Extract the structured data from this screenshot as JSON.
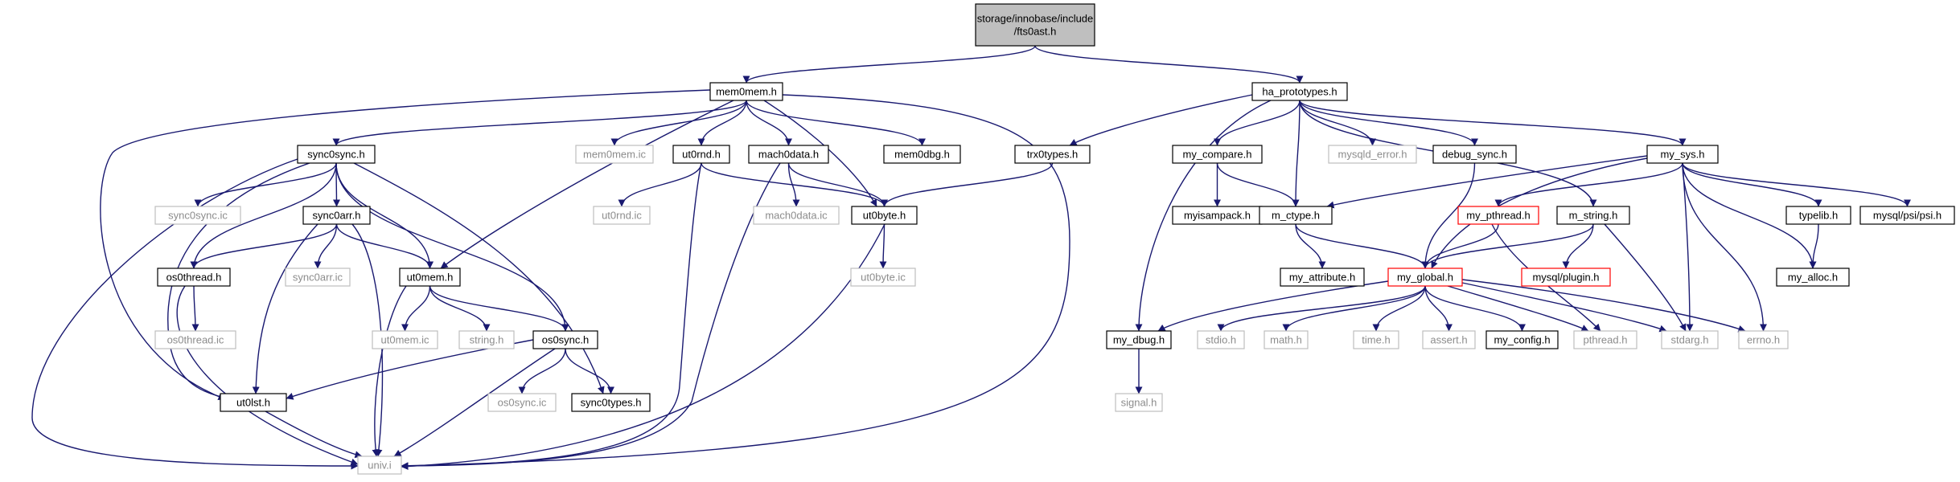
{
  "graph": {
    "colors": {
      "edge": "#191970",
      "root_fill": "#bfbfbf",
      "normal_border": "#000000",
      "muted_border": "#bfbfbf",
      "muted_text": "#8c8c8c",
      "red_border": "#ff0000"
    },
    "nodes": [
      {
        "id": "fts0ast",
        "lines": [
          "storage/innobase/include",
          "/fts0ast.h"
        ],
        "style": "root"
      },
      {
        "id": "mem0mem",
        "lines": [
          "mem0mem.h"
        ],
        "style": "normal"
      },
      {
        "id": "ha_prototypes",
        "lines": [
          "ha_prototypes.h"
        ],
        "style": "normal"
      },
      {
        "id": "sync0sync",
        "lines": [
          "sync0sync.h"
        ],
        "style": "normal"
      },
      {
        "id": "mem0mem_ic",
        "lines": [
          "mem0mem.ic"
        ],
        "style": "muted"
      },
      {
        "id": "ut0rnd",
        "lines": [
          "ut0rnd.h"
        ],
        "style": "normal"
      },
      {
        "id": "mach0data",
        "lines": [
          "mach0data.h"
        ],
        "style": "normal"
      },
      {
        "id": "mem0dbg",
        "lines": [
          "mem0dbg.h"
        ],
        "style": "normal"
      },
      {
        "id": "trx0types",
        "lines": [
          "trx0types.h"
        ],
        "style": "normal"
      },
      {
        "id": "my_compare",
        "lines": [
          "my_compare.h"
        ],
        "style": "normal"
      },
      {
        "id": "mysqld_error",
        "lines": [
          "mysqld_error.h"
        ],
        "style": "muted"
      },
      {
        "id": "debug_sync",
        "lines": [
          "debug_sync.h"
        ],
        "style": "normal"
      },
      {
        "id": "my_sys",
        "lines": [
          "my_sys.h"
        ],
        "style": "normal"
      },
      {
        "id": "sync0sync_ic",
        "lines": [
          "sync0sync.ic"
        ],
        "style": "muted"
      },
      {
        "id": "sync0arr",
        "lines": [
          "sync0arr.h"
        ],
        "style": "normal"
      },
      {
        "id": "ut0rnd_ic",
        "lines": [
          "ut0rnd.ic"
        ],
        "style": "muted"
      },
      {
        "id": "mach0data_ic",
        "lines": [
          "mach0data.ic"
        ],
        "style": "muted"
      },
      {
        "id": "ut0byte",
        "lines": [
          "ut0byte.h"
        ],
        "style": "normal"
      },
      {
        "id": "myisampack",
        "lines": [
          "myisampack.h"
        ],
        "style": "normal"
      },
      {
        "id": "m_ctype",
        "lines": [
          "m_ctype.h"
        ],
        "style": "normal"
      },
      {
        "id": "my_pthread",
        "lines": [
          "my_pthread.h"
        ],
        "style": "red"
      },
      {
        "id": "m_string",
        "lines": [
          "m_string.h"
        ],
        "style": "normal"
      },
      {
        "id": "typelib",
        "lines": [
          "typelib.h"
        ],
        "style": "normal"
      },
      {
        "id": "mysql_psi",
        "lines": [
          "mysql/psi/psi.h"
        ],
        "style": "normal"
      },
      {
        "id": "os0thread",
        "lines": [
          "os0thread.h"
        ],
        "style": "normal"
      },
      {
        "id": "sync0arr_ic",
        "lines": [
          "sync0arr.ic"
        ],
        "style": "muted"
      },
      {
        "id": "ut0mem",
        "lines": [
          "ut0mem.h"
        ],
        "style": "normal"
      },
      {
        "id": "ut0byte_ic",
        "lines": [
          "ut0byte.ic"
        ],
        "style": "muted"
      },
      {
        "id": "my_attribute",
        "lines": [
          "my_attribute.h"
        ],
        "style": "normal"
      },
      {
        "id": "my_global",
        "lines": [
          "my_global.h"
        ],
        "style": "red"
      },
      {
        "id": "mysql_plugin",
        "lines": [
          "mysql/plugin.h"
        ],
        "style": "red"
      },
      {
        "id": "my_alloc",
        "lines": [
          "my_alloc.h"
        ],
        "style": "normal"
      },
      {
        "id": "os0thread_ic",
        "lines": [
          "os0thread.ic"
        ],
        "style": "muted"
      },
      {
        "id": "ut0mem_ic",
        "lines": [
          "ut0mem.ic"
        ],
        "style": "muted"
      },
      {
        "id": "string_h",
        "lines": [
          "string.h"
        ],
        "style": "muted"
      },
      {
        "id": "os0sync",
        "lines": [
          "os0sync.h"
        ],
        "style": "normal"
      },
      {
        "id": "my_dbug",
        "lines": [
          "my_dbug.h"
        ],
        "style": "normal"
      },
      {
        "id": "stdio_h",
        "lines": [
          "stdio.h"
        ],
        "style": "muted"
      },
      {
        "id": "math_h",
        "lines": [
          "math.h"
        ],
        "style": "muted"
      },
      {
        "id": "time_h",
        "lines": [
          "time.h"
        ],
        "style": "muted"
      },
      {
        "id": "assert_h",
        "lines": [
          "assert.h"
        ],
        "style": "muted"
      },
      {
        "id": "my_config",
        "lines": [
          "my_config.h"
        ],
        "style": "normal"
      },
      {
        "id": "pthread_h",
        "lines": [
          "pthread.h"
        ],
        "style": "muted"
      },
      {
        "id": "stdarg_h",
        "lines": [
          "stdarg.h"
        ],
        "style": "muted"
      },
      {
        "id": "errno_h",
        "lines": [
          "errno.h"
        ],
        "style": "muted"
      },
      {
        "id": "ut0lst",
        "lines": [
          "ut0lst.h"
        ],
        "style": "normal"
      },
      {
        "id": "os0sync_ic",
        "lines": [
          "os0sync.ic"
        ],
        "style": "muted"
      },
      {
        "id": "sync0types",
        "lines": [
          "sync0types.h"
        ],
        "style": "normal"
      },
      {
        "id": "signal_h",
        "lines": [
          "signal.h"
        ],
        "style": "muted"
      },
      {
        "id": "univ_i",
        "lines": [
          "univ.i"
        ],
        "style": "muted"
      }
    ],
    "edges": [
      [
        "fts0ast",
        "mem0mem"
      ],
      [
        "fts0ast",
        "ha_prototypes"
      ],
      [
        "mem0mem",
        "sync0sync"
      ],
      [
        "mem0mem",
        "mem0mem_ic"
      ],
      [
        "mem0mem",
        "ut0rnd"
      ],
      [
        "mem0mem",
        "mach0data"
      ],
      [
        "mem0mem",
        "mem0dbg"
      ],
      [
        "mem0mem",
        "ut0byte"
      ],
      [
        "mem0mem",
        "ut0mem"
      ],
      [
        "mem0mem",
        "ut0lst"
      ],
      [
        "mem0mem",
        "univ_i"
      ],
      [
        "ha_prototypes",
        "trx0types"
      ],
      [
        "ha_prototypes",
        "my_compare"
      ],
      [
        "ha_prototypes",
        "mysqld_error"
      ],
      [
        "ha_prototypes",
        "debug_sync"
      ],
      [
        "ha_prototypes",
        "my_sys"
      ],
      [
        "ha_prototypes",
        "m_ctype"
      ],
      [
        "ha_prototypes",
        "m_string"
      ],
      [
        "ha_prototypes",
        "my_dbug"
      ],
      [
        "sync0sync",
        "sync0sync_ic"
      ],
      [
        "sync0sync",
        "sync0arr"
      ],
      [
        "sync0sync",
        "os0thread"
      ],
      [
        "sync0sync",
        "ut0mem"
      ],
      [
        "sync0sync",
        "os0sync"
      ],
      [
        "sync0sync",
        "sync0types"
      ],
      [
        "sync0sync",
        "ut0lst"
      ],
      [
        "sync0sync",
        "univ_i"
      ],
      [
        "sync0arr",
        "sync0arr_ic"
      ],
      [
        "sync0arr",
        "os0thread"
      ],
      [
        "sync0arr",
        "ut0mem"
      ],
      [
        "sync0arr",
        "ut0lst"
      ],
      [
        "sync0arr",
        "univ_i"
      ],
      [
        "ut0rnd",
        "ut0rnd_ic"
      ],
      [
        "ut0rnd",
        "ut0byte"
      ],
      [
        "ut0rnd",
        "univ_i"
      ],
      [
        "mach0data",
        "mach0data_ic"
      ],
      [
        "mach0data",
        "ut0byte"
      ],
      [
        "mach0data",
        "univ_i"
      ],
      [
        "trx0types",
        "ut0byte"
      ],
      [
        "ut0byte",
        "ut0byte_ic"
      ],
      [
        "ut0byte",
        "univ_i"
      ],
      [
        "my_compare",
        "myisampack"
      ],
      [
        "my_compare",
        "m_ctype"
      ],
      [
        "debug_sync",
        "my_global"
      ],
      [
        "my_sys",
        "m_ctype"
      ],
      [
        "my_sys",
        "my_pthread"
      ],
      [
        "my_sys",
        "typelib"
      ],
      [
        "my_sys",
        "mysql_psi"
      ],
      [
        "my_sys",
        "my_global"
      ],
      [
        "my_sys",
        "my_alloc"
      ],
      [
        "my_sys",
        "stdarg_h"
      ],
      [
        "my_sys",
        "errno_h"
      ],
      [
        "m_ctype",
        "my_attribute"
      ],
      [
        "m_ctype",
        "my_global"
      ],
      [
        "my_pthread",
        "my_global"
      ],
      [
        "my_pthread",
        "pthread_h"
      ],
      [
        "m_string",
        "mysql_plugin"
      ],
      [
        "m_string",
        "my_global"
      ],
      [
        "m_string",
        "stdarg_h"
      ],
      [
        "typelib",
        "my_alloc"
      ],
      [
        "os0thread",
        "os0thread_ic"
      ],
      [
        "os0thread",
        "univ_i"
      ],
      [
        "ut0mem",
        "ut0mem_ic"
      ],
      [
        "ut0mem",
        "string_h"
      ],
      [
        "ut0mem",
        "os0sync"
      ],
      [
        "ut0mem",
        "univ_i"
      ],
      [
        "my_global",
        "my_dbug"
      ],
      [
        "my_global",
        "stdio_h"
      ],
      [
        "my_global",
        "math_h"
      ],
      [
        "my_global",
        "time_h"
      ],
      [
        "my_global",
        "assert_h"
      ],
      [
        "my_global",
        "my_config"
      ],
      [
        "my_global",
        "pthread_h"
      ],
      [
        "my_global",
        "stdarg_h"
      ],
      [
        "my_global",
        "errno_h"
      ],
      [
        "os0sync",
        "os0sync_ic"
      ],
      [
        "os0sync",
        "sync0types"
      ],
      [
        "os0sync",
        "ut0lst"
      ],
      [
        "os0sync",
        "univ_i"
      ],
      [
        "my_dbug",
        "signal_h"
      ],
      [
        "ut0lst",
        "univ_i"
      ]
    ]
  }
}
